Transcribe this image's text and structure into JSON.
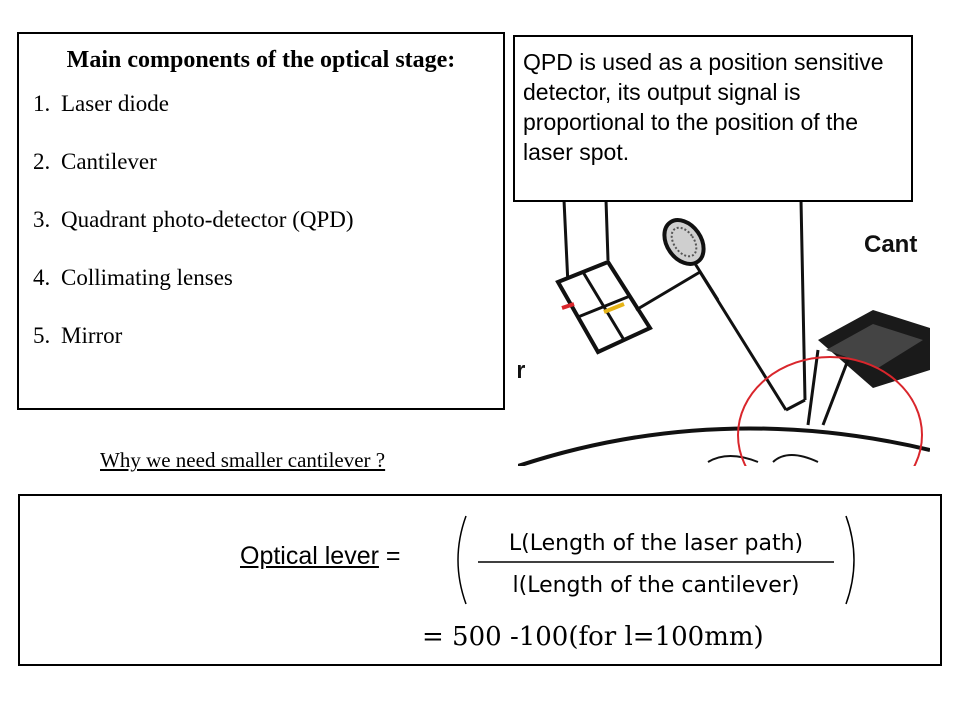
{
  "components_panel": {
    "heading": "Main components of the optical stage:",
    "items": [
      {
        "num": "1.",
        "label": "Laser diode"
      },
      {
        "num": "2.",
        "label": "Cantilever"
      },
      {
        "num": "3.",
        "label": "Quadrant photo-detector (QPD)"
      },
      {
        "num": "4.",
        "label": "Collimating lenses"
      },
      {
        "num": "5.",
        "label": "Mirror"
      }
    ]
  },
  "qpd_note": {
    "text": "QPD is used as a position sensitive detector, its output signal is proportional to the position of the laser spot."
  },
  "diagram": {
    "partial_labels": [
      "Cant",
      "r"
    ],
    "highlight_color": "#d9262c"
  },
  "question": {
    "text": "Why we need smaller cantilever ?"
  },
  "formula": {
    "label": "Optical lever",
    "equals": " =",
    "numerator": "L(Length of the laser path)",
    "denominator": "l(Length of the cantilever)",
    "result": "= 500 -100(for l=100mm)"
  }
}
